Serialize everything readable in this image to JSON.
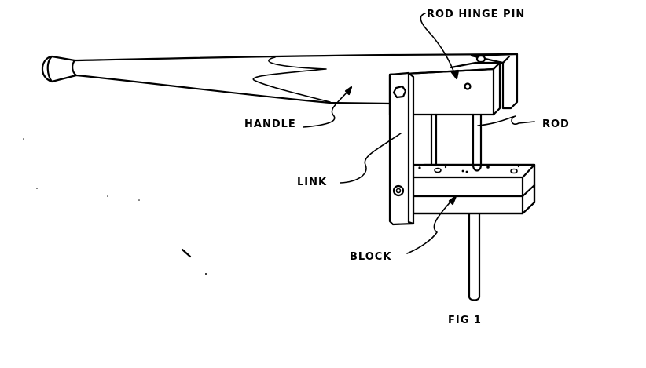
{
  "figure": {
    "caption": "FIG 1",
    "labels": {
      "rod_hinge_pin": "ROD HINGE PIN",
      "handle": "HANDLE",
      "rod": "ROD",
      "link": "LINK",
      "block": "BLOCK"
    },
    "colors": {
      "ink": "#000000",
      "paper": "#ffffff"
    }
  }
}
